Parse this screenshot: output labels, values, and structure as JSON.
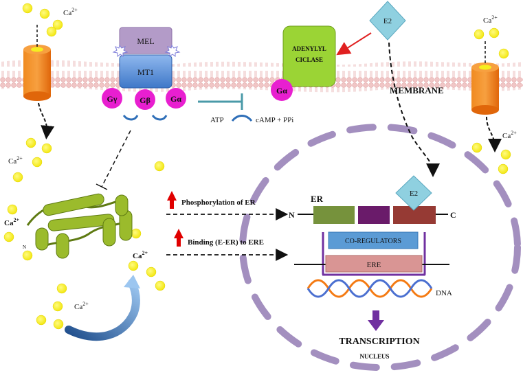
{
  "labels": {
    "ca_ion": "Ca",
    "ca_charge": "2+",
    "melatonin": "MEL",
    "receptor": "MT1",
    "g_gamma": "Gγ",
    "g_beta": "Gβ",
    "g_alpha_mt1": "Gα",
    "g_alpha_ac": "Gα",
    "adenylyl_line1": "ADENYLYL",
    "adenylyl_line2": "CICLASE",
    "estradiol_top": "E2",
    "estradiol_nucleus": "E2",
    "membrane": "MEMBRANE",
    "atp": "ATP",
    "camp": "cAMP + PPi",
    "phospho_er": "Phosphorylation of ER",
    "binding_ere": "Binding (E-ER) to ERE",
    "er": "ER",
    "n_terminal": "N",
    "c_terminal": "C",
    "co_regulators": "CO-REGULATORS",
    "ere": "ERE",
    "dna": "DNA",
    "transcription": "TRANSCRIPTION",
    "nucleus": "NUCLEUS",
    "protein_n": "N"
  },
  "colors": {
    "ca_ion": "#f5ee1f",
    "channel": "#f47a12",
    "mel_box": "#b39bc8",
    "mt1_box": "#5b8fd6",
    "g_protein": "#e81fd0",
    "adenylyl": "#9bd435",
    "estradiol": "#8fd0e0",
    "nucleus_dash": "#a38fbf",
    "er_green": "#76923c",
    "er_purple": "#6a1b6a",
    "er_red": "#963a34",
    "co_regulators": "#5b9bd5",
    "ere": "#d99594",
    "ere_bracket": "#7030a0",
    "dna_orange": "#f47a12",
    "dna_blue": "#4a6fd0",
    "inhibit_line": "#4a9aa8",
    "activate_arrow": "#e02020",
    "up_arrow": "#e00000",
    "curve_arrow": "#2f6fb8",
    "transcription_arrow": "#7030a0",
    "protein": "#9bbb2c"
  }
}
